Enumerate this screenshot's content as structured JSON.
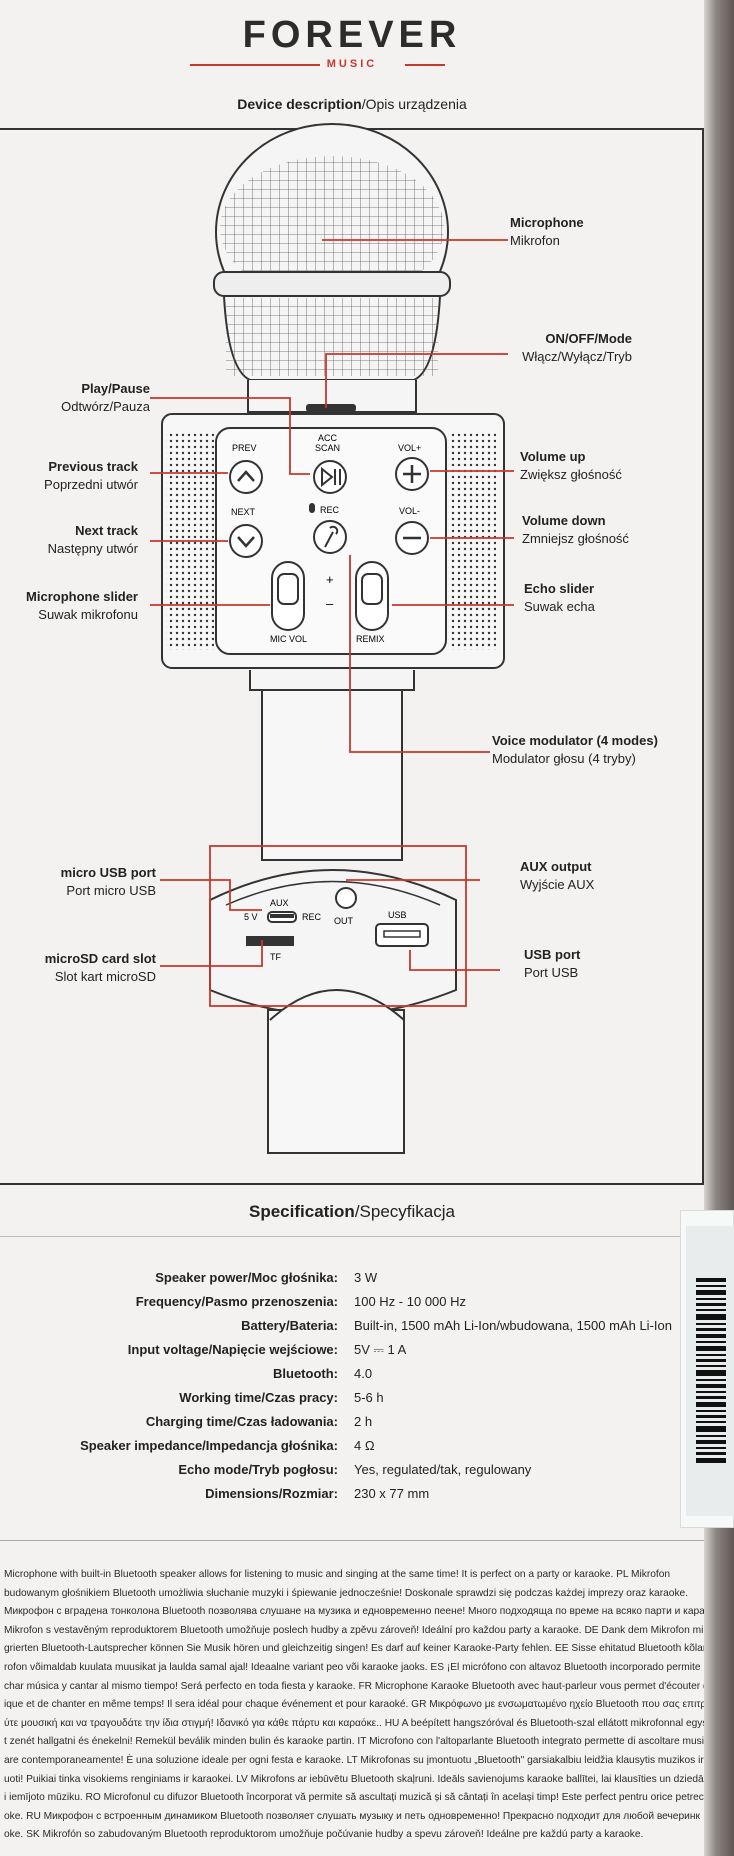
{
  "brand": {
    "name": "FOREVER",
    "sub": "MUSIC"
  },
  "device_section": {
    "title_bold": "Device description",
    "title_rest": "/Opis urządzenia"
  },
  "labels": {
    "microphone": {
      "title": "Microphone",
      "sub": "Mikrofon"
    },
    "on_off": {
      "title": "ON/OFF/Mode",
      "sub": "Włącz/Wyłącz/Tryb"
    },
    "play_pause": {
      "title": "Play/Pause",
      "sub": "Odtwórz/Pauza"
    },
    "prev_track": {
      "title": "Previous track",
      "sub": "Poprzedni utwór"
    },
    "next_track": {
      "title": "Next track",
      "sub": "Następny utwór"
    },
    "mic_slider": {
      "title": "Microphone slider",
      "sub": "Suwak mikrofonu"
    },
    "volume_up": {
      "title": "Volume up",
      "sub": "Zwiększ głośność"
    },
    "volume_down": {
      "title": "Volume down",
      "sub": "Zmniejsz głośność"
    },
    "echo_slider": {
      "title": "Echo slider",
      "sub": "Suwak echa"
    },
    "voice_mod": {
      "title": "Voice modulator (4 modes)",
      "sub": "Modulator głosu (4 tryby)"
    },
    "micro_usb": {
      "title": "micro USB port",
      "sub": "Port micro USB"
    },
    "aux_out": {
      "title": "AUX output",
      "sub": "Wyjście AUX"
    },
    "microsd": {
      "title": "microSD card slot",
      "sub": "Slot kart microSD"
    },
    "usb_port": {
      "title": "USB port",
      "sub": "Port USB"
    }
  },
  "device_text": {
    "prev": "PREV",
    "acc": "ACC",
    "scan": "SCAN",
    "vol_plus": "VOL+",
    "next": "NEXT",
    "rec": "REC",
    "vol_minus": "VOL-",
    "plus": "+",
    "minus": "–",
    "mic_vol": "MIC VOL",
    "remix": "REMIX",
    "aux": "AUX",
    "five_v": "5 V",
    "rec2": "REC",
    "out": "OUT",
    "usb": "USB",
    "tf": "TF"
  },
  "spec_section": {
    "title_bold": "Specification",
    "title_rest": "/Specyfikacja"
  },
  "specs": [
    {
      "key": "Speaker power/Moc głośnika:",
      "value": "3 W"
    },
    {
      "key": "Frequency/Pasmo przenoszenia:",
      "value": "100 Hz - 10 000 Hz"
    },
    {
      "key": "Battery/Bateria:",
      "value": "Built-in, 1500 mAh Li-Ion/wbudowana, 1500 mAh Li-Ion"
    },
    {
      "key": "Input voltage/Napięcie wejściowe:",
      "value": "5V ⎓ 1 A"
    },
    {
      "key": "Bluetooth:",
      "value": "4.0"
    },
    {
      "key": "Working time/Czas pracy:",
      "value": "5-6 h"
    },
    {
      "key": "Charging time/Czas ładowania:",
      "value": "2 h"
    },
    {
      "key": "Speaker impedance/Impedancja głośnika:",
      "value": "4 Ω"
    },
    {
      "key": "Echo mode/Tryb pogłosu:",
      "value": "Yes, regulated/tak, regulowany"
    },
    {
      "key": "Dimensions/Rozmiar:",
      "value": "230 x 77 mm"
    }
  ],
  "description_lines": [
    "Microphone with built-in Bluetooth speaker allows for listening to music and singing at the same time! It is perfect on a party or karaoke. PL Mikrofon",
    "budowanym głośnikiem Bluetooth umożliwia słuchanie muzyki i śpiewanie jednocześnie! Doskonale sprawdzi się podczas każdej imprezy oraz karaoke.",
    "Микрофон с вградена тонколона Bluetooth позволява слушане на музика и едновременно пеене! Много подходяща по време на всяко парти и караоке",
    "Mikrofon s vestavěným reproduktorem Bluetooth umožňuje poslech hudby a zpěvu zároveň! Ideální pro každou party a karaoke. DE Dank dem Mikrofon mi",
    "grierten Bluetooth-Lautsprecher können Sie Musik hören und gleichzeitig singen! Es darf auf keiner Karaoke-Party fehlen. EE Sisse ehitatud Bluetooth kõlariga",
    "rofon võimaldab kuulata muusikat ja laulda samal ajal! Ideaalne variant peo või karaoke jaoks. ES ¡El micrófono con altavoz Bluetooth incorporado permite",
    "char música y cantar al mismo tiempo! Será perfecto en toda fiesta y karaoke. FR Microphone Karaoke Bluetooth avec haut-parleur vous permet d'écouter de l",
    "ique et de chanter en même temps! Il sera idéal pour chaque événement et pour karaoké. GR Μικρόφωνο με ενσωματωμένο ηχείο Bluetooth που σας επιτρέπει ν",
    "ύτε μουσική και να τραγουδάτε την ίδια στιγμή! Ιδανικό για κάθε πάρτυ και καραόκε.. HU A beépített hangszóróval és Bluetooth-szal ellátott mikrofonnal egyszerr",
    "t zenét hallgatni és énekelni! Remekül beválik minden bulin és karaoke partin. IT Microfono con l'altoparlante Bluetooth integrato permette di ascoltare musica",
    "are contemporaneamente! È una soluzione ideale per ogni festa e karaoke. LT Mikrofonas su įmontuotu „Bluetooth\" garsiakalbiu leidžia klausytis muzikos ir kar",
    "uoti! Puikiai tinka visokiems renginiams ir karaokei. LV Mikrofons ar iebūvētu Bluetooth skaļruni. Ideāls savienojums karaoke ballītei, lai klausīties un dziedā",
    "i iemījoto mūziku. RO Microfonul cu difuzor Bluetooth încorporat vă permite să ascultați muzică și să cântați în același timp! Este perfect pentru orice petrecere",
    "oke. RU Микрофон с встроенным динамиком Bluetooth позволяет слушать музыку и петь одновременно! Прекрасно подходит для любой вечеринк",
    "oke. SK Mikrofón so zabudovaným Bluetooth reproduktorom umožňuje počúvanie hudby a spevu zároveň! Ideálne pre každú party a karaoke."
  ],
  "colors": {
    "accent_red": "#c8382c",
    "ink": "#2c2c2c",
    "paper": "#f3f2f0"
  }
}
